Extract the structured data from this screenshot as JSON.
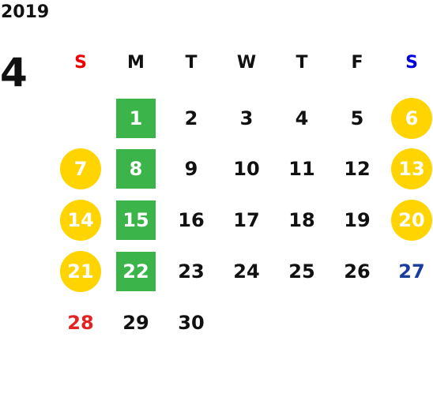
{
  "calendar": {
    "year": "2019",
    "month": "4",
    "weekdays": [
      {
        "label": "S",
        "color": "#ee0000"
      },
      {
        "label": "M",
        "color": "#111111"
      },
      {
        "label": "T",
        "color": "#111111"
      },
      {
        "label": "W",
        "color": "#111111"
      },
      {
        "label": "T",
        "color": "#111111"
      },
      {
        "label": "F",
        "color": "#111111"
      },
      {
        "label": "S",
        "color": "#0000dd"
      }
    ],
    "highlight_colors": {
      "yellow": "#ffd400",
      "green": "#3bb54a"
    },
    "days": [
      {
        "day": "1",
        "col": 1,
        "row": 0,
        "style": "green"
      },
      {
        "day": "2",
        "col": 2,
        "row": 0
      },
      {
        "day": "3",
        "col": 3,
        "row": 0
      },
      {
        "day": "4",
        "col": 4,
        "row": 0
      },
      {
        "day": "5",
        "col": 5,
        "row": 0
      },
      {
        "day": "6",
        "col": 6,
        "row": 0,
        "style": "yellow"
      },
      {
        "day": "7",
        "col": 0,
        "row": 1,
        "style": "yellow"
      },
      {
        "day": "8",
        "col": 1,
        "row": 1,
        "style": "green"
      },
      {
        "day": "9",
        "col": 2,
        "row": 1
      },
      {
        "day": "10",
        "col": 3,
        "row": 1
      },
      {
        "day": "11",
        "col": 4,
        "row": 1
      },
      {
        "day": "12",
        "col": 5,
        "row": 1
      },
      {
        "day": "13",
        "col": 6,
        "row": 1,
        "style": "yellow"
      },
      {
        "day": "14",
        "col": 0,
        "row": 2,
        "style": "yellow"
      },
      {
        "day": "15",
        "col": 1,
        "row": 2,
        "style": "green"
      },
      {
        "day": "16",
        "col": 2,
        "row": 2
      },
      {
        "day": "17",
        "col": 3,
        "row": 2
      },
      {
        "day": "18",
        "col": 4,
        "row": 2
      },
      {
        "day": "19",
        "col": 5,
        "row": 2
      },
      {
        "day": "20",
        "col": 6,
        "row": 2,
        "style": "yellow"
      },
      {
        "day": "21",
        "col": 0,
        "row": 3,
        "style": "yellow"
      },
      {
        "day": "22",
        "col": 1,
        "row": 3,
        "style": "green"
      },
      {
        "day": "23",
        "col": 2,
        "row": 3
      },
      {
        "day": "24",
        "col": 3,
        "row": 3
      },
      {
        "day": "25",
        "col": 4,
        "row": 3
      },
      {
        "day": "26",
        "col": 5,
        "row": 3
      },
      {
        "day": "27",
        "col": 6,
        "row": 3,
        "text_color": "#1a3d9c"
      },
      {
        "day": "28",
        "col": 0,
        "row": 4,
        "text_color": "#e32222"
      },
      {
        "day": "29",
        "col": 1,
        "row": 4
      },
      {
        "day": "30",
        "col": 2,
        "row": 4
      }
    ]
  }
}
